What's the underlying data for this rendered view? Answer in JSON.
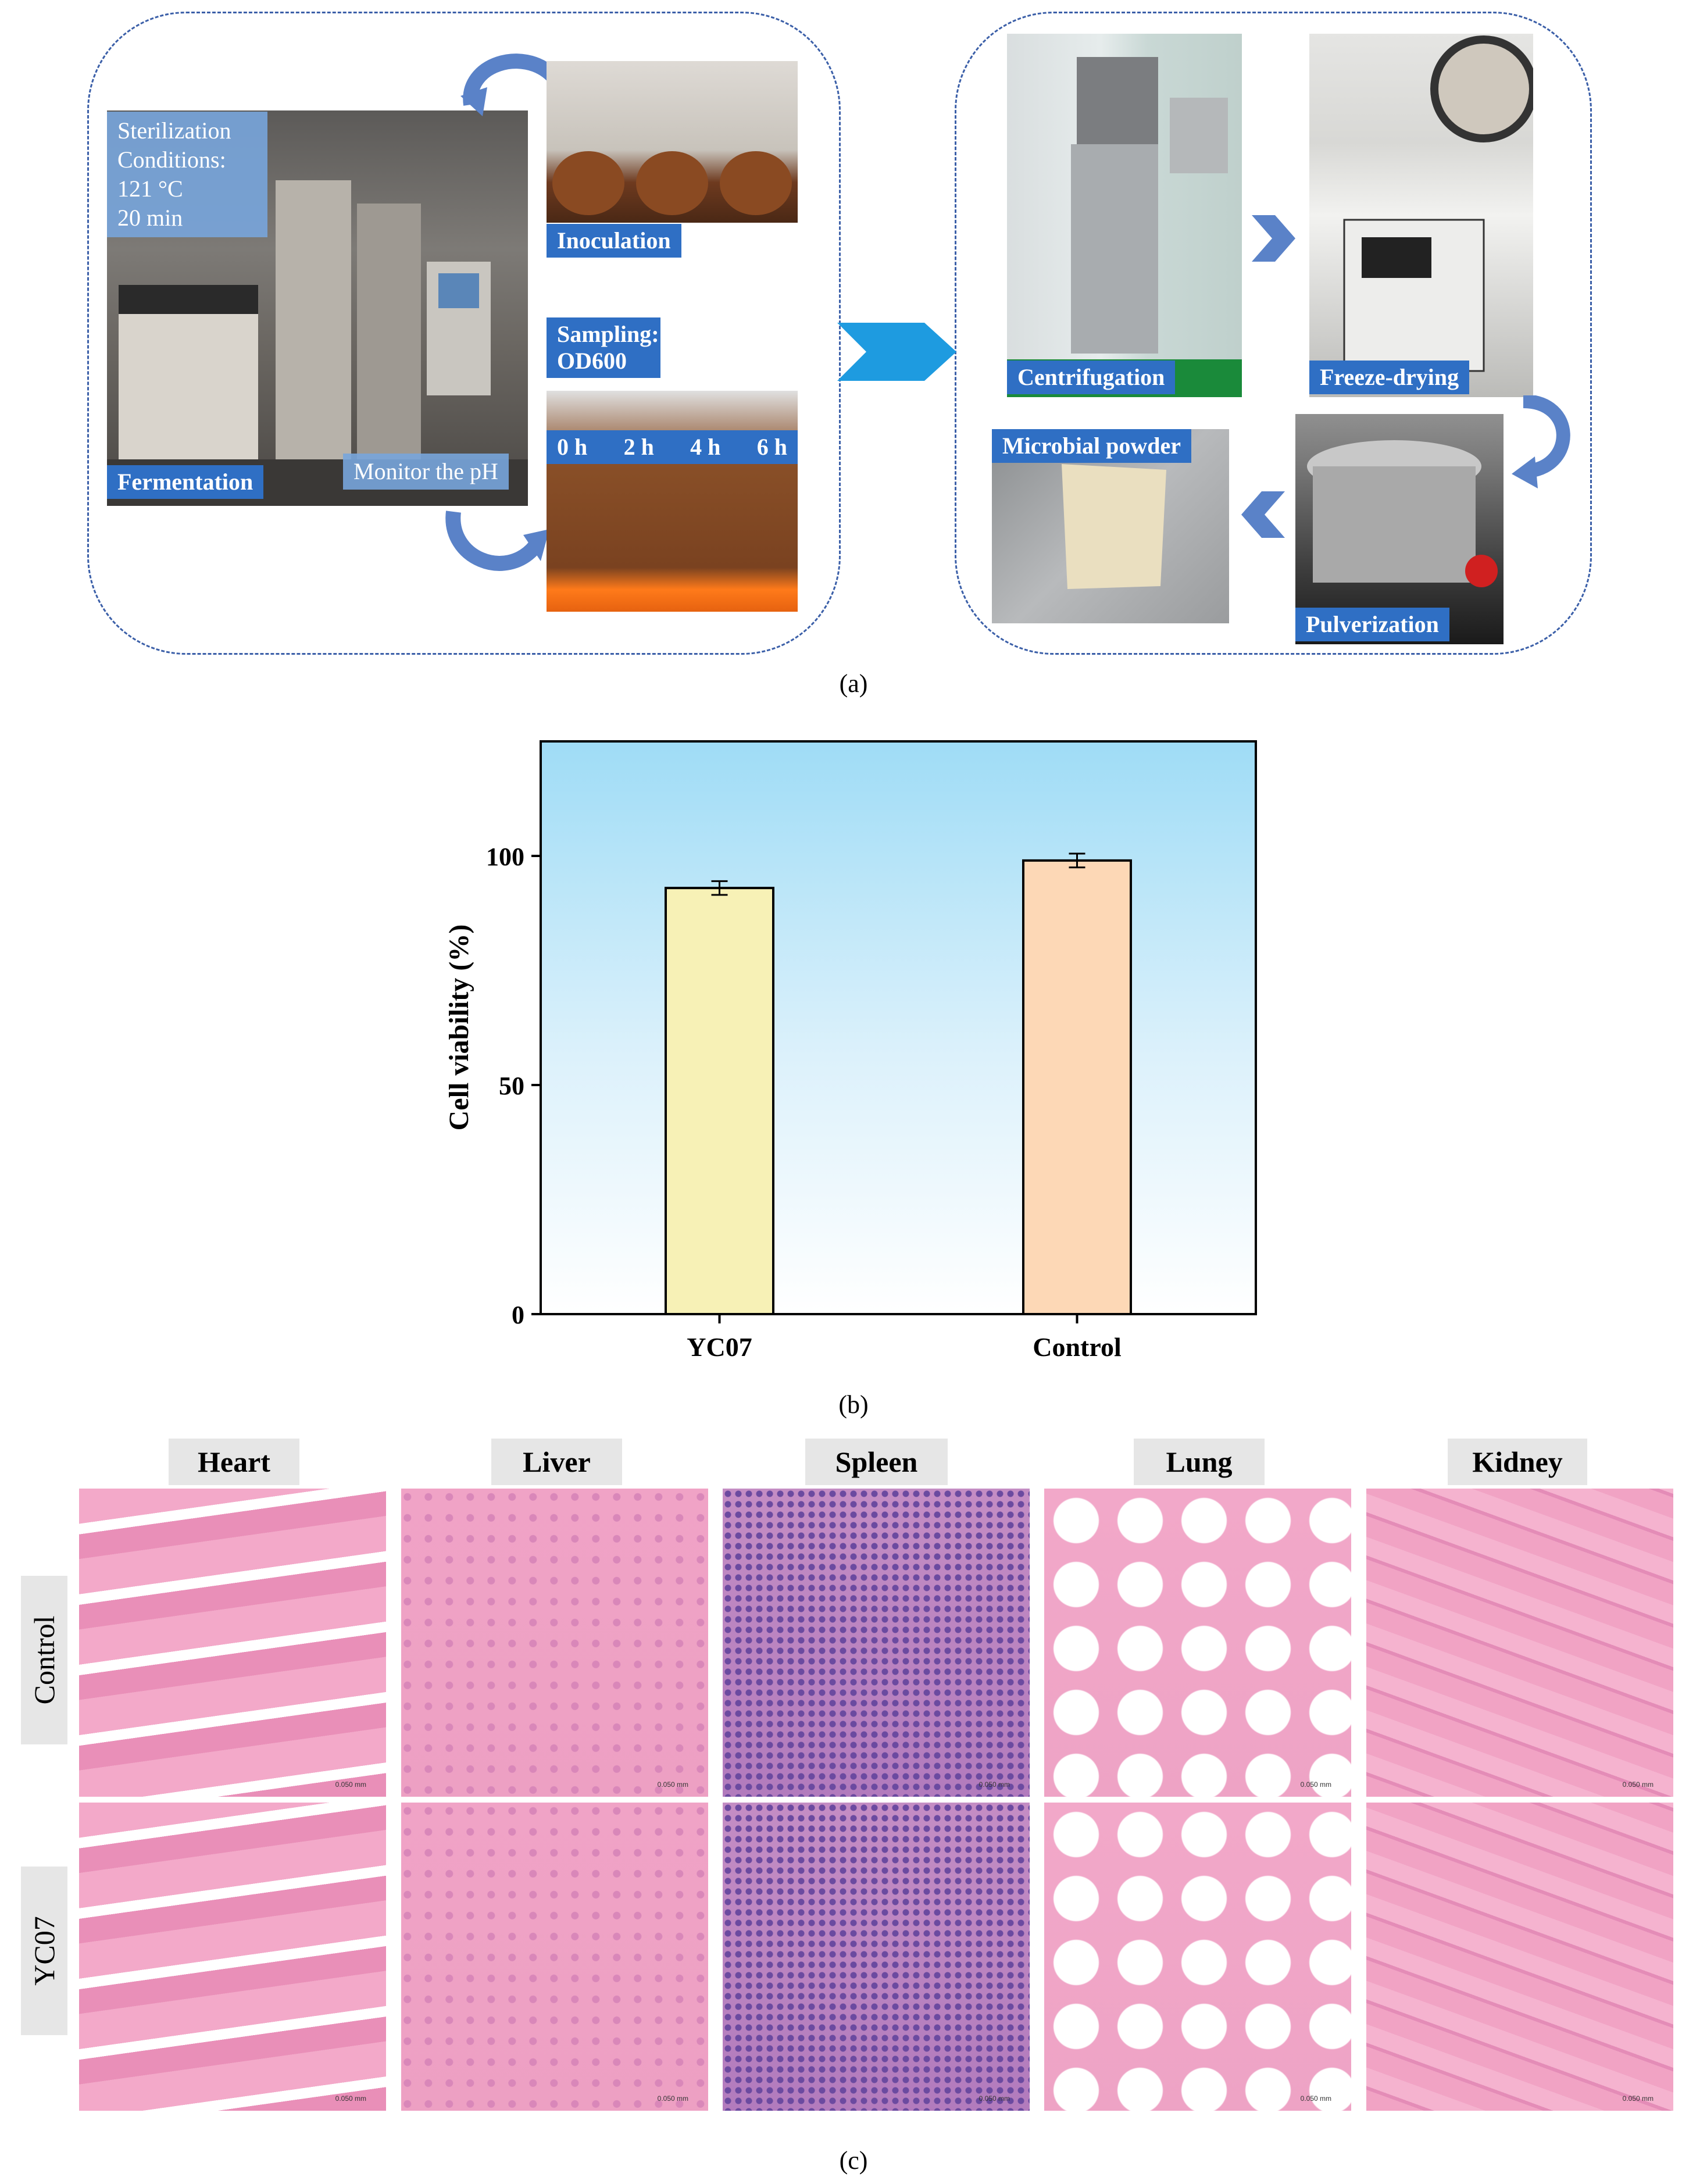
{
  "panel_a": {
    "sterilization_text": [
      "Sterilization",
      "Conditions:",
      "121 °C",
      "20 min"
    ],
    "fermentation_label": "Fermentation",
    "monitor_label": "Monitor the pH",
    "inoculation_label": "Inoculation",
    "sampling_label": [
      "Sampling:",
      "OD600"
    ],
    "time_labels": [
      "0 h",
      "2 h",
      "4 h",
      "6 h"
    ],
    "centrifugation_label": "Centrifugation",
    "freeze_label": "Freeze-drying",
    "pulverization_label": "Pulverization",
    "powder_label": "Microbial powder",
    "caption": "(a)"
  },
  "panel_b": {
    "caption": "(b)"
  },
  "chart_data": {
    "type": "bar",
    "categories": [
      "YC07",
      "Control"
    ],
    "values": [
      93,
      99
    ],
    "errors": [
      1.5,
      1.5
    ],
    "ylabel": "Cell viability (%)",
    "xlabel": "",
    "ylim": [
      0,
      125
    ],
    "yticks": [
      0,
      50,
      100
    ],
    "bar_colors": [
      "#f7f1b6",
      "#fdd8b6"
    ],
    "background": "gradient light blue to white",
    "grid": false
  },
  "panel_c": {
    "organs": [
      "Heart",
      "Liver",
      "Spleen",
      "Lung",
      "Kidney"
    ],
    "rows": [
      "Control",
      "YC07"
    ],
    "scalebar_text": "0.050 mm",
    "caption": "(c)"
  },
  "colors": {
    "label_blue": "#2f6fc4",
    "dash_blue": "#3b5fa8",
    "arrow_blue": "#1e9be0",
    "tissue_pink": "#eea3c5",
    "tissue_purple": "#7a5aa8"
  }
}
